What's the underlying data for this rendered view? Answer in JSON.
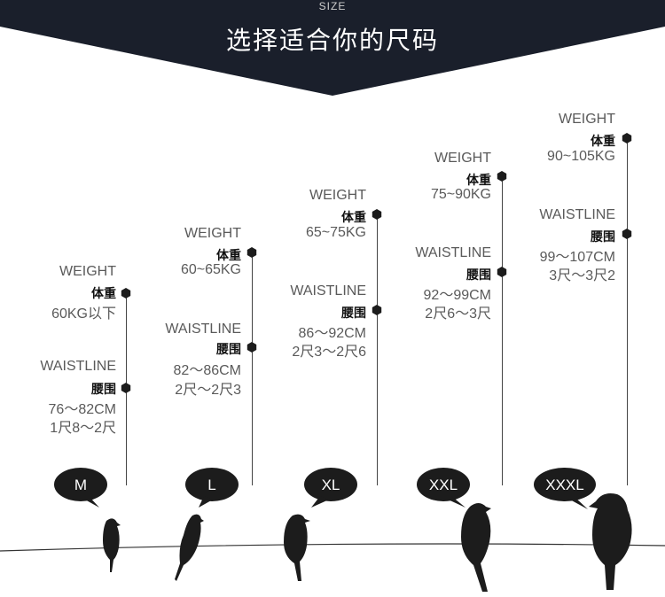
{
  "header": {
    "size_label": "SIZE",
    "title": "选择适合你的尺码"
  },
  "sizes": [
    {
      "size": "M",
      "weight_label_en": "WEIGHT",
      "weight_label_cn": "体重",
      "weight_value": "60KG以下",
      "waist_label_en": "WAISTLINE",
      "waist_label_cn": "腰围",
      "waist_cm": "76～82CM",
      "waist_chi": "1尺8～2尺"
    },
    {
      "size": "L",
      "weight_label_en": "WEIGHT",
      "weight_label_cn": "体重",
      "weight_value": "60~65KG",
      "waist_label_en": "WAISTLINE",
      "waist_label_cn": "腰围",
      "waist_cm": "82～86CM",
      "waist_chi": "2尺～2尺3"
    },
    {
      "size": "XL",
      "weight_label_en": "WEIGHT",
      "weight_label_cn": "体重",
      "weight_value": "65~75KG",
      "waist_label_en": "WAISTLINE",
      "waist_label_cn": "腰围",
      "waist_cm": "86～92CM",
      "waist_chi": "2尺3～2尺6"
    },
    {
      "size": "XXL",
      "weight_label_en": "WEIGHT",
      "weight_label_cn": "体重",
      "weight_value": "75~90KG",
      "waist_label_en": "WAISTLINE",
      "waist_label_cn": "腰围",
      "waist_cm": "92～99CM",
      "waist_chi": "2尺6～3尺"
    },
    {
      "size": "XXXL",
      "weight_label_en": "WEIGHT",
      "weight_label_cn": "体重",
      "weight_value": "90~105KG",
      "waist_label_en": "WAISTLINE",
      "waist_label_cn": "腰围",
      "waist_cm": "99～107CM",
      "waist_chi": "3尺～3尺2"
    }
  ],
  "colors": {
    "banner": "#1a1f2b",
    "ink": "#1c1c1c",
    "text": "#5a5a5a"
  },
  "icons": [
    "hexagon-marker-icon",
    "speech-bubble-icon",
    "bird-icon"
  ]
}
